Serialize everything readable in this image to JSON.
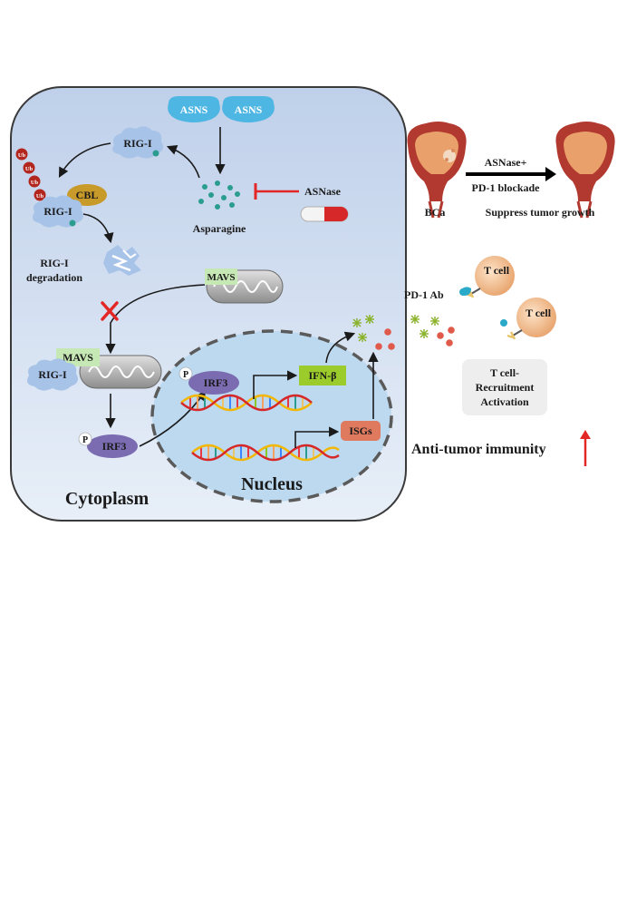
{
  "cell": {
    "cytoplasm_label": "Cytoplasm",
    "nucleus_label": "Nucleus"
  },
  "labels": {
    "asns_1": "ASNS",
    "asns_2": "ASNS",
    "rig_i_top": "RIG-I",
    "rig_i_cbl": "RIG-I",
    "rig_i_bottom": "RIG-I",
    "cbl": "CBL",
    "ub": "Ub",
    "asparagine": "Asparagine",
    "asnase": "ASNase",
    "rig_i_degradation_1": "RIG-I",
    "rig_i_degradation_2": "degradation",
    "mavs_top": "MAVS",
    "mavs_bottom": "MAVS",
    "p_nuc": "P",
    "irf3_nuc": "IRF3",
    "p_cyto": "P",
    "irf3_cyto": "IRF3",
    "ifn_beta": "IFN-β",
    "isgs": "ISGs"
  },
  "right_panel": {
    "bca_label": "BCa",
    "treatment_line1": "ASNase+",
    "treatment_line2": "PD-1 blockade",
    "outcome": "Suppress tumor growth",
    "pd1_ab": "PD-1 Ab",
    "t_cell_1": "T cell",
    "t_cell_2": "T cell",
    "recruit_line1": "T cell-",
    "recruit_line2": "Recruitment",
    "recruit_line3": "Activation",
    "immunity": "Anti-tumor immunity"
  },
  "colors": {
    "cell_fill_top": "#c3d3ec",
    "cell_fill_bottom": "#e6eef8",
    "nucleus_fill": "#bcd9f0",
    "asns": "#4eb6e2",
    "rig_i": "#a7c3e8",
    "cbl": "#c89a2a",
    "ub": "#b3261e",
    "asparagine_dots": "#2a9d8f",
    "irf3": "#7b6bb0",
    "mavs": "#c6e8b4",
    "ifn_beta": "#9bcc2b",
    "isgs": "#e07a5f",
    "inhibit": "#e32626",
    "tcell": "#f2c9a0"
  }
}
